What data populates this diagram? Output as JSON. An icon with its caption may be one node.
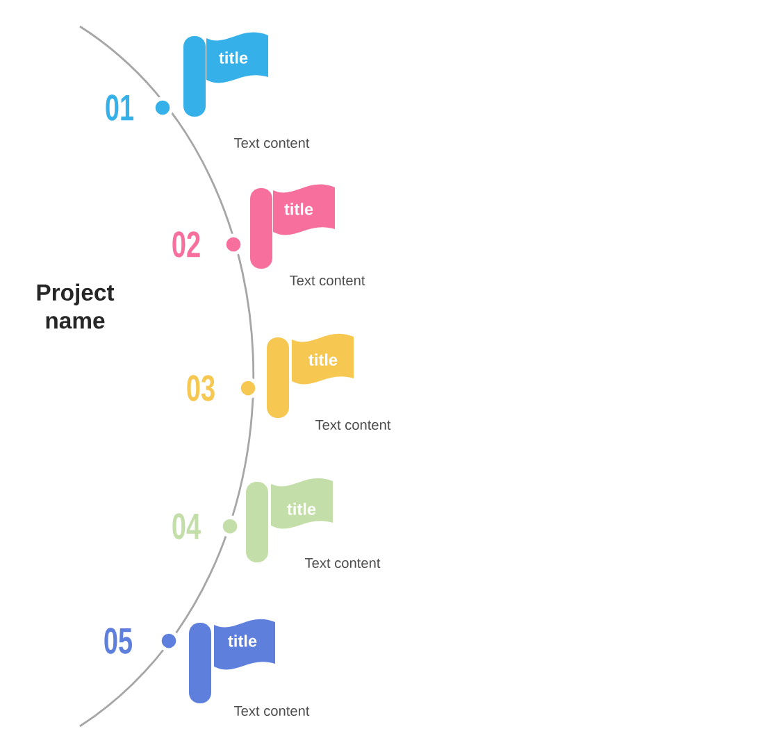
{
  "diagram": {
    "title": "Project name",
    "nodes": [
      {
        "text": [
          "title"
        ],
        "beside": [
          "01",
          "Text content"
        ]
      },
      {
        "text": [
          "title"
        ],
        "beside": [
          "02",
          "Text content"
        ]
      },
      {
        "text": [
          "title"
        ],
        "beside": [
          "03",
          "Text content"
        ]
      },
      {
        "text": [
          "title"
        ],
        "beside": [
          "04",
          "Text content"
        ]
      },
      {
        "text": [
          "title"
        ],
        "beside": [
          "05",
          "Text content"
        ]
      }
    ]
  }
}
